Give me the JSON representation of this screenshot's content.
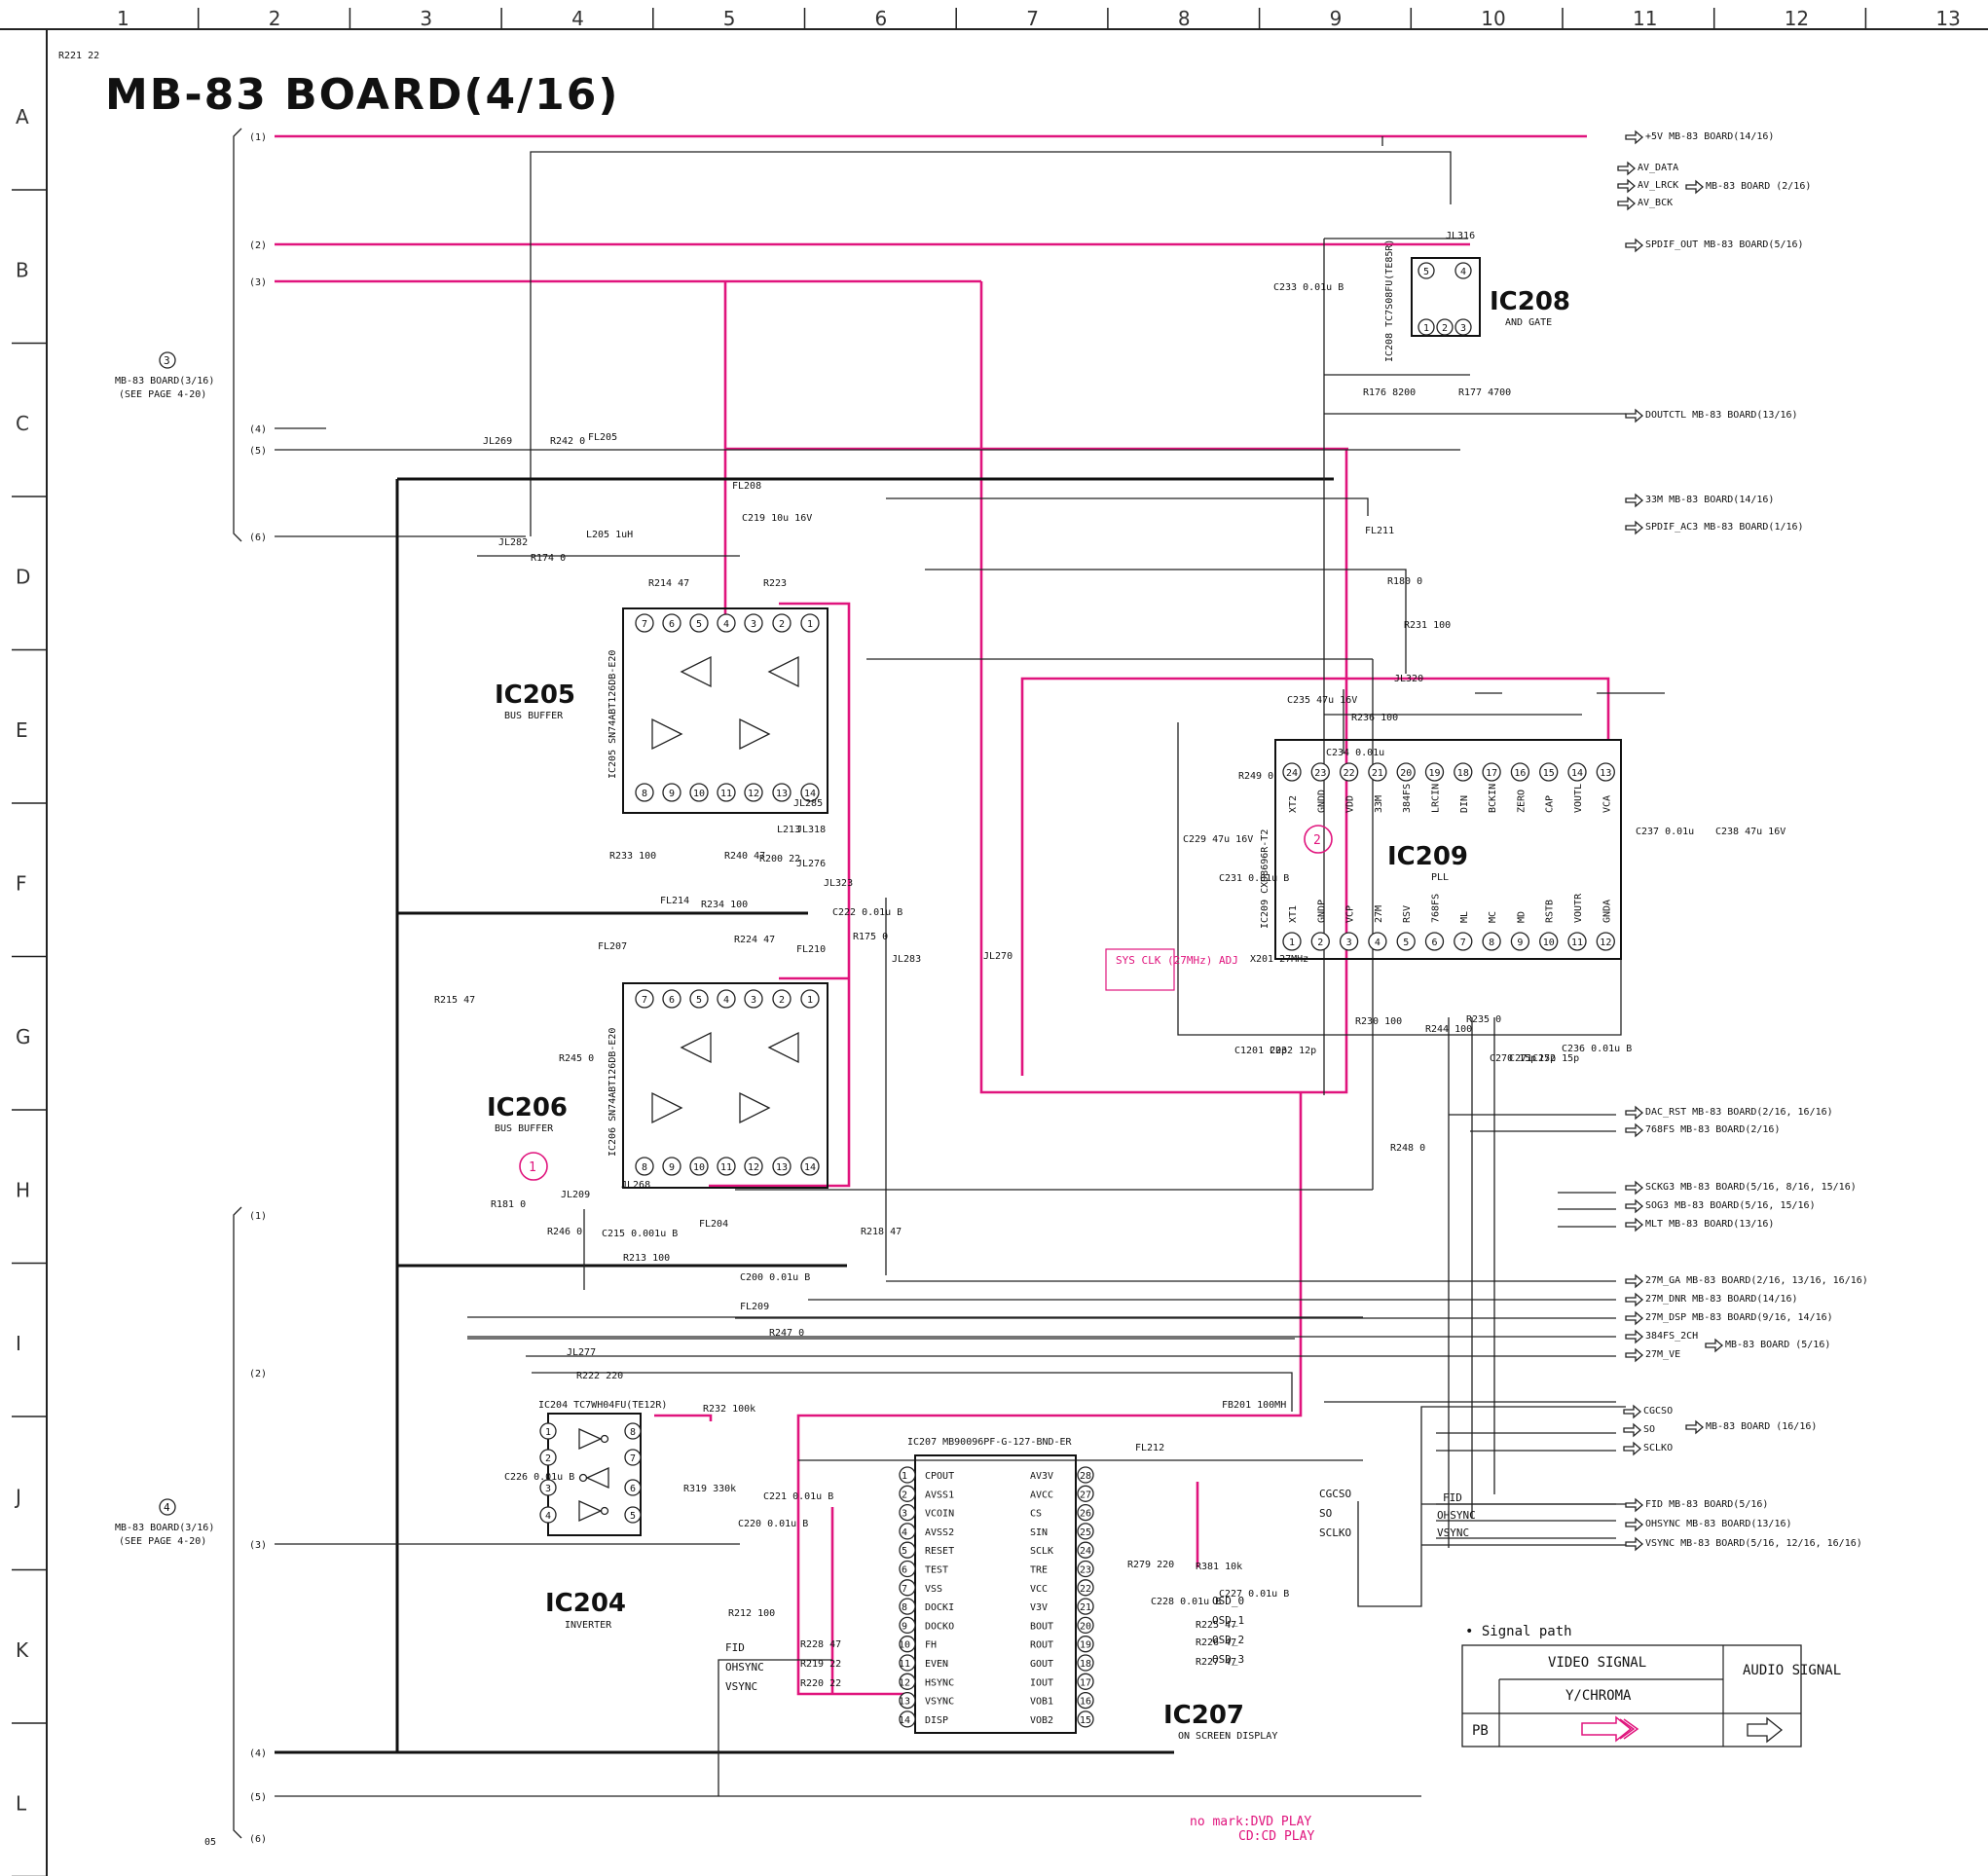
{
  "title": "MB-83 BOARD(4/16)",
  "page_code": "05",
  "grid": {
    "columns": [
      "1",
      "2",
      "3",
      "4",
      "5",
      "6",
      "7",
      "8",
      "9",
      "10",
      "11",
      "12",
      "13"
    ],
    "rows": [
      "A",
      "B",
      "C",
      "D",
      "E",
      "F",
      "G",
      "H",
      "I",
      "J",
      "K",
      "L"
    ]
  },
  "colors": {
    "video_signal": "#e0147d",
    "wire": "#222222",
    "background": "#ffffff"
  },
  "connectors": {
    "cn3": {
      "number": "3",
      "label": "MB-83 BOARD(3/16)",
      "note": "(SEE PAGE 4-20)"
    },
    "cn4": {
      "number": "4",
      "label": "MB-83 BOARD(3/16)",
      "note": "(SEE PAGE 4-20)"
    },
    "upper_pins": [
      "(1)",
      "(2)",
      "(3)",
      "(4)",
      "(5)",
      "(6)"
    ],
    "lower_pins": [
      "(1)",
      "(2)",
      "(3)",
      "(4)",
      "(5)",
      "(6)"
    ]
  },
  "ics": {
    "ic205": {
      "ref": "IC205",
      "desc": "BUS BUFFER",
      "part": "IC205 SN74ABT126DB-E20"
    },
    "ic206": {
      "ref": "IC206",
      "desc": "BUS BUFFER",
      "part": "IC206 SN74ABT126DB-E20"
    },
    "ic208": {
      "ref": "IC208",
      "desc": "AND GATE",
      "part": "IC208 TC7S08FU(TE85R)"
    },
    "ic209": {
      "ref": "IC209",
      "desc": "PLL",
      "part": "IC209 CXD8696R-T2"
    },
    "ic204": {
      "ref": "IC204",
      "desc": "INVERTER",
      "part": "IC204 TC7WH04FU(TE12R)"
    },
    "ic207": {
      "ref": "IC207",
      "desc": "ON SCREEN DISPLAY",
      "part": "IC207 MB90096PF-G-127-BND-ER"
    }
  },
  "ic209_pins_top": [
    "XT2",
    "GNDD",
    "VDD",
    "33M",
    "384FS",
    "LRCIN",
    "DIN",
    "BCKIN",
    "ZERO",
    "CAP",
    "VOUTL",
    "VCA"
  ],
  "ic209_pins_bottom": [
    "XT1",
    "GNDP",
    "VCP",
    "27M",
    "RSV",
    "768FS",
    "ML",
    "MC",
    "MD",
    "RSTB",
    "VOUTR",
    "GNDA"
  ],
  "ic207_pins_left": [
    "CPOUT",
    "AVSS1",
    "VCOIN",
    "AVSS2",
    "RESET",
    "TEST",
    "VSS",
    "DOCKI",
    "DOCKO",
    "FH",
    "EVEN",
    "HSYNC",
    "VSYNC",
    "DISP"
  ],
  "ic207_pins_right": [
    "AV3V",
    "AVCC",
    "CS",
    "SIN",
    "SCLK",
    "TRE",
    "VCC",
    "V3V",
    "BOUT",
    "ROUT",
    "GOUT",
    "IOUT",
    "VOB1",
    "VOB2"
  ],
  "outputs": [
    "+5V MB-83 BOARD(14/16)",
    "AV_DATA",
    "AV_LRCK",
    "AV_BCK",
    "MB-83 BOARD (2/16)",
    "SPDIF_OUT MB-83 BOARD(5/16)",
    "DOUTCTL MB-83 BOARD(13/16)",
    "33M MB-83 BOARD(14/16)",
    "SPDIF_AC3 MB-83 BOARD(1/16)",
    "DAC_RST MB-83 BOARD(2/16, 16/16)",
    "768FS MB-83 BOARD(2/16)",
    "SCKG3 MB-83 BOARD(5/16, 8/16, 15/16)",
    "SOG3 MB-83 BOARD(5/16, 15/16)",
    "MLT MB-83 BOARD(13/16)",
    "27M_GA MB-83 BOARD(2/16, 13/16, 16/16)",
    "27M_DNR MB-83 BOARD(14/16)",
    "27M_DSP MB-83 BOARD(9/16, 14/16)",
    "384FS_2CH",
    "27M_VE",
    "MB-83 BOARD (5/16)",
    "CGCSO",
    "SO",
    "SCLKO",
    "MB-83 BOARD (16/16)",
    "FID MB-83 BOARD(5/16)",
    "OHSYNC MB-83 BOARD(13/16)",
    "VSYNC MB-83 BOARD(5/16, 12/16, 16/16)"
  ],
  "components": [
    "C233 0.01u B",
    "JL316",
    "R176 8200",
    "R177 4700",
    "JL269",
    "R242 0",
    "FL205",
    "FL208",
    "C219 10u 16V",
    "JL282",
    "R174 0",
    "L205 1uH",
    "R214 47",
    "R223",
    "FL211",
    "R180 0",
    "R231 100",
    "JL320",
    "C235 47u 16V",
    "R236 100",
    "C234 0.01u",
    "R249 0",
    "C229 47u 16V",
    "C231 0.01u B",
    "C237 0.01u",
    "C238 47u 16V",
    "X201 27MHz",
    "C1201 20p",
    "C232 12p",
    "R230 100",
    "R244 100",
    "R235 0",
    "C270 15p",
    "C271 15p",
    "C272 15p",
    "C236 0.01u B",
    "R233 100",
    "R240 47",
    "L213",
    "R200 22",
    "JL285",
    "JL318",
    "JL276",
    "JL323",
    "FL214",
    "R234 100",
    "C222 0.01u B",
    "R175 0",
    "JL283",
    "R224 47",
    "FL210",
    "FL207",
    "R215 47",
    "R245 0",
    "JL270",
    "R248 0",
    "R181 0",
    "JL268",
    "JL209",
    "R246 0",
    "C215 0.001u B",
    "R213 100",
    "FL204",
    "R218 47",
    "C200 0.01u B",
    "FL209",
    "R247 0",
    "JL277",
    "R222 220",
    "R232 100k",
    "FB201 100MH",
    "FL212",
    "C226 0.01u B",
    "R319 330k",
    "C221 0.01u B",
    "C220 0.01u B",
    "R212 100",
    "R279 220",
    "R381 10k",
    "C228 0.01u B",
    "C227 0.01u B",
    "R225 47",
    "R226 47",
    "R227 47",
    "R228 47",
    "R219 22",
    "R220 22",
    "R221 22"
  ],
  "labels_misc": {
    "sys_clk": "SYS CLK (27MHz) ADJ",
    "marker1": "1",
    "marker2": "2",
    "osd": [
      "OSD_0",
      "OSD_1",
      "OSD_2",
      "OSD_3"
    ],
    "sig_in": [
      "FID",
      "OHSYNC",
      "VSYNC"
    ],
    "sig_mid": [
      "CGCSO",
      "SO",
      "SCLKO"
    ],
    "fidgrp": [
      "FID",
      "OHSYNC",
      "VSYNC"
    ]
  },
  "legend": {
    "heading": "• Signal path",
    "video_col": "VIDEO SIGNAL",
    "ychroma": "Y/CHROMA",
    "audio_col": "AUDIO SIGNAL",
    "row_label": "PB"
  },
  "note": {
    "line1": "no mark:DVD PLAY",
    "line2": "CD:CD PLAY"
  }
}
